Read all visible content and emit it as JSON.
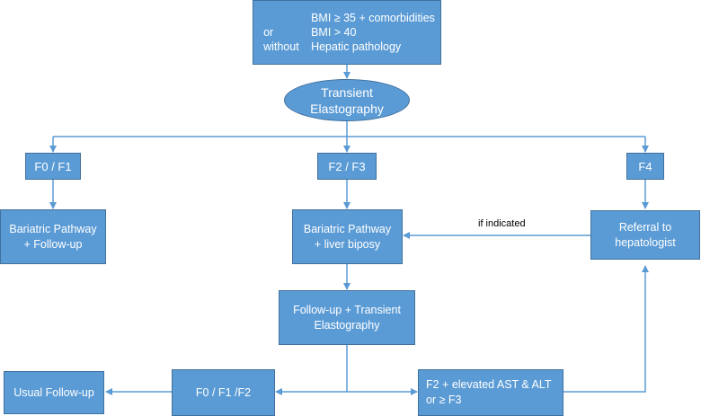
{
  "start": {
    "rows": [
      {
        "prefix": "",
        "text": "BMI ≥ 35 + comorbidities"
      },
      {
        "prefix": "or",
        "text": "BMI > 40"
      },
      {
        "prefix": "without",
        "text": "Hepatic pathology"
      }
    ]
  },
  "elastography": {
    "line1": "Transient",
    "line2": "Elastography"
  },
  "branches": {
    "f0_f1": "F0 / F1",
    "f2_f3": "F2 / F3",
    "f4": "F4"
  },
  "bariatric_followup": {
    "line1": "Bariatric Pathway",
    "line2": "+ Follow-up"
  },
  "bariatric_biopsy": {
    "line1": "Bariatric Pathway",
    "line2": "+ liver biposy"
  },
  "referral": {
    "line1": "Referral to",
    "line2": "hepatologist"
  },
  "if_indicated": "if indicated",
  "followup_te": {
    "line1": "Follow-up + Transient",
    "line2": "Elastography"
  },
  "outcome_low": "F0 / F1 /F2",
  "outcome_high": {
    "line1": "F2 + elevated AST & ALT",
    "line2": "or ≥ F3"
  },
  "usual_followup": "Usual Follow-up",
  "colors": {
    "fill": "#5b9bd5",
    "border": "#41719c",
    "connector": "#5b9bd5"
  }
}
